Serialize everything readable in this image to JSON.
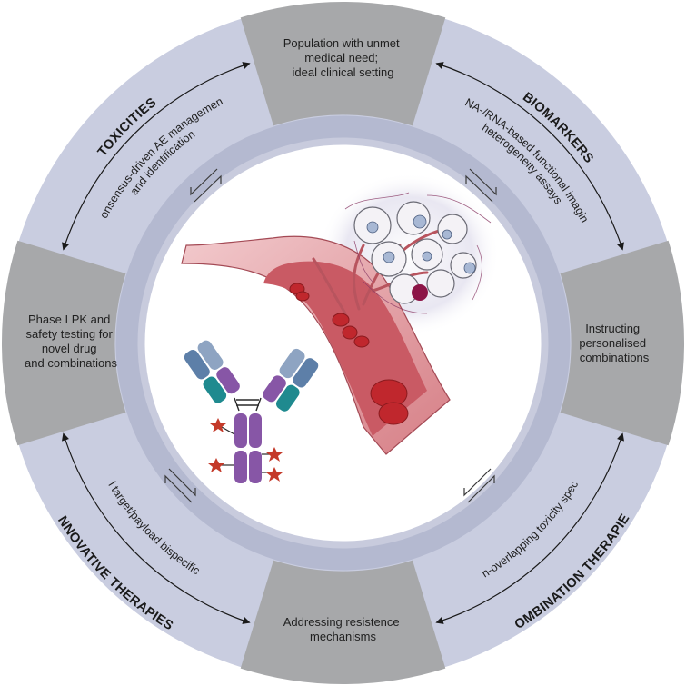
{
  "boxes": {
    "top": [
      "Population with unmet",
      "medical need;",
      "ideal clinical setting"
    ],
    "right": [
      "Instructing",
      "personalised",
      "combinations"
    ],
    "bottom": [
      "Addressing resistence",
      "mechanisms"
    ],
    "left": [
      "Phase I PK and",
      "safety testing for",
      "novel drug",
      "and combinations"
    ]
  },
  "categories": {
    "toxicities": "TOXICITIES",
    "biomarkers": "BIOMARKERS",
    "combination": "COMBINATION THERAPIES",
    "innovative": "INNOVATIVE THERAPIES"
  },
  "descriptions": {
    "toxicities": [
      "Consensus-driven AE management",
      "and identification"
    ],
    "biomarkers": [
      "DNA-/RNA-based  functional imaging",
      "heterogeneity assays"
    ],
    "combination": [
      "Non-overlapping toxicity spectra"
    ],
    "innovative": [
      "Novel target/payload bispecific ADCs"
    ]
  },
  "colors": {
    "outer_ring": "#c9cde0",
    "inner_ring": "#b4b9d0",
    "box_fill": "#a7a8aa",
    "vessel": "#d98d93",
    "blood_cell": "#c0272d",
    "antibody_heavy": "#8756a6",
    "antibody_light": "#5d7fa8",
    "antibody_teal": "#1f8a8f",
    "payload": "#c43a2a"
  }
}
